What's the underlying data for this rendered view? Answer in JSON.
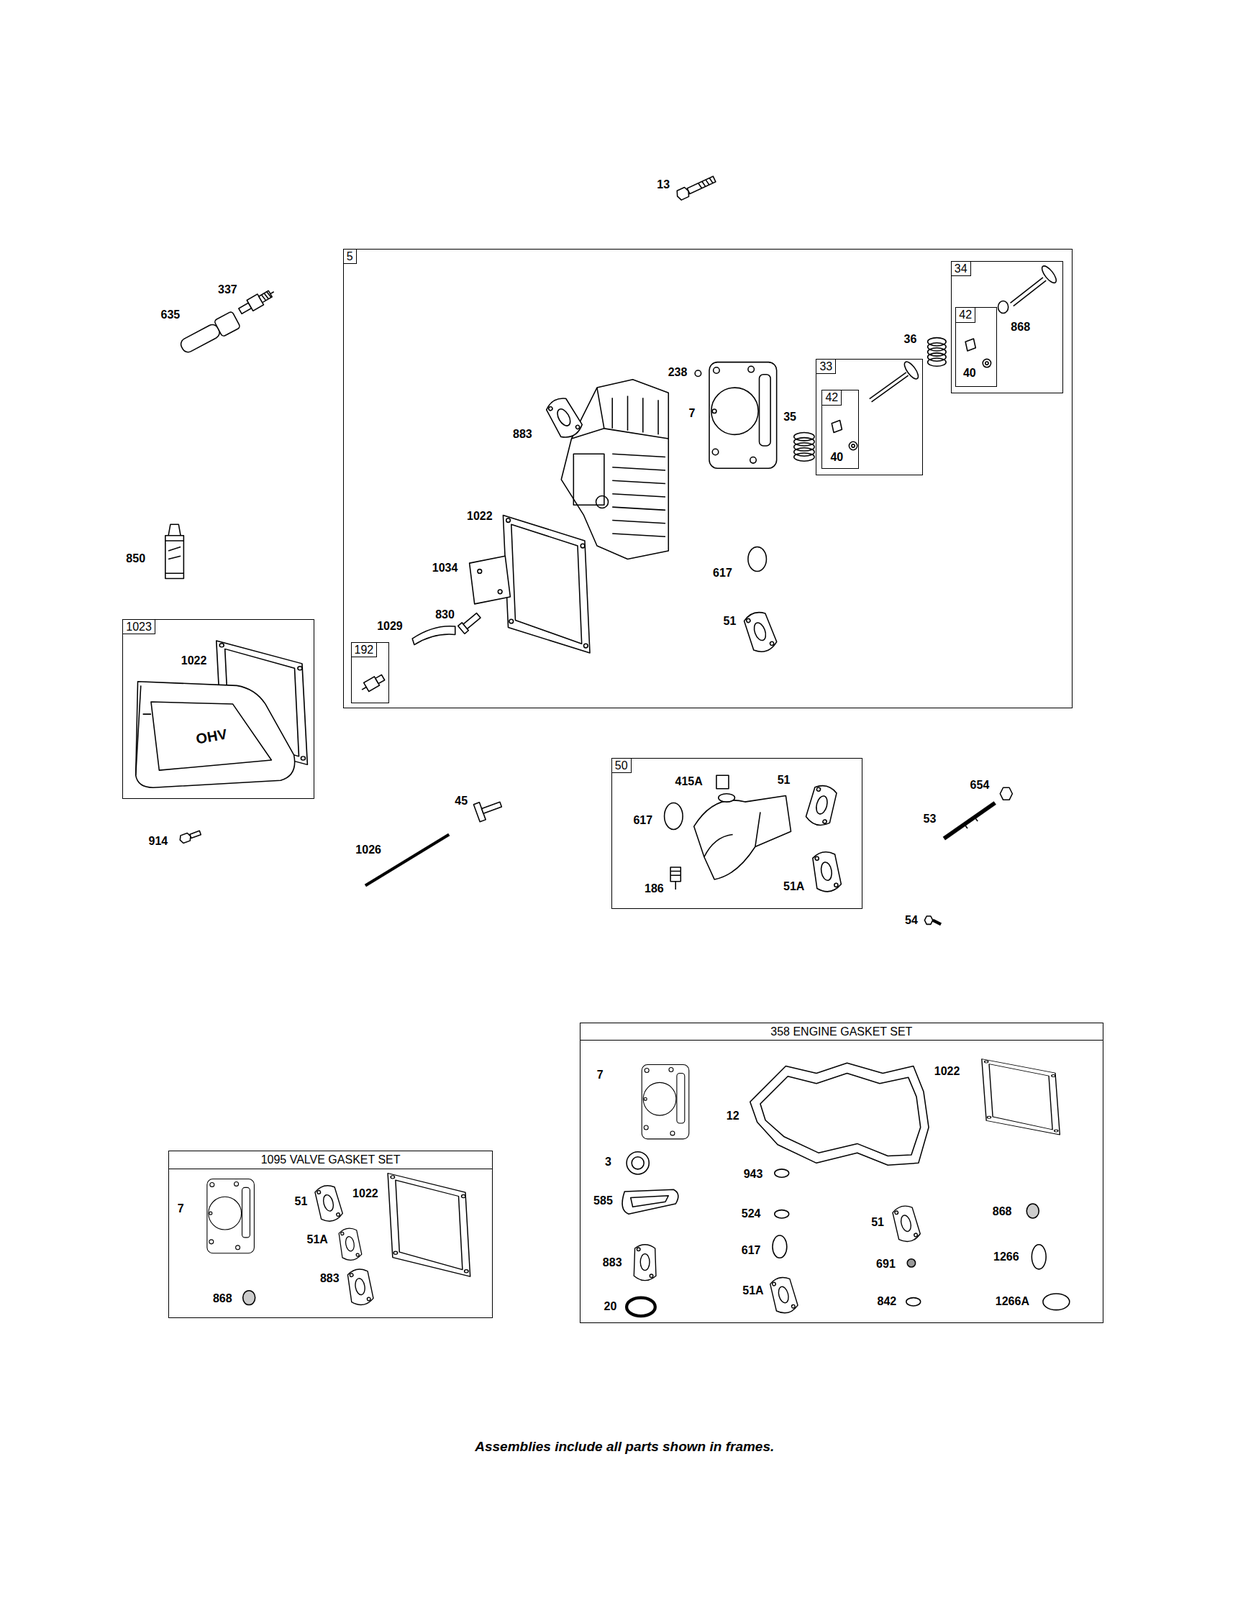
{
  "diagram": {
    "caption": "Assemblies include all parts shown in frames.",
    "nodes": [
      {
        "text": [
          "5"
        ]
      },
      {
        "text": [
          "34"
        ],
        "in": 0
      },
      {
        "text": [
          "42"
        ],
        "in": 1
      },
      {
        "text": [
          "33"
        ],
        "in": 0
      },
      {
        "text": [
          "42"
        ],
        "in": 3
      },
      {
        "text": [
          "192"
        ],
        "in": 0
      },
      {
        "text": [
          "1023"
        ]
      },
      {
        "text": [
          "50"
        ]
      },
      {
        "text": [
          "358 ENGINE GASKET SET"
        ]
      },
      {
        "text": [
          "1095 VALVE GASKET SET"
        ]
      }
    ],
    "labels": [
      "13",
      "337",
      "635",
      "868",
      "36",
      "238",
      "40",
      "7",
      "35",
      "883",
      "40",
      "1022",
      "850",
      "1034",
      "617",
      "830",
      "1029",
      "51",
      "1022",
      "415A",
      "51",
      "654",
      "45",
      "617",
      "53",
      "914",
      "1026",
      "186",
      "51A",
      "54",
      "7",
      "1022",
      "12",
      "3",
      "943",
      "585",
      "524",
      "51",
      "868",
      "883",
      "617",
      "691",
      "1266",
      "20",
      "51A",
      "842",
      "1266A",
      "7",
      "51",
      "1022",
      "51A",
      "883",
      "868",
      "OHV"
    ]
  }
}
